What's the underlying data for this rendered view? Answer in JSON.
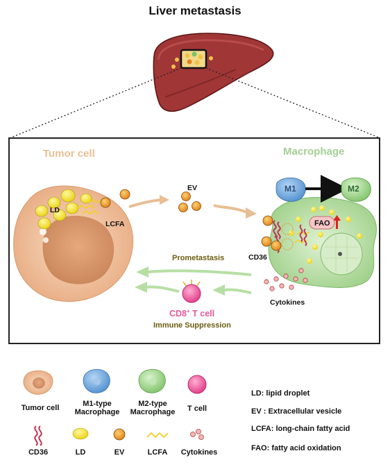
{
  "title": "Liver metastasis",
  "diagram": {
    "tumor_cell": "Tumor cell",
    "macrophage": "Macrophage",
    "ld": "LD",
    "lcfa": "LCFA",
    "ev": "EV",
    "m1": "M1",
    "m2": "M2",
    "fao": "FAO",
    "cd36": "CD36",
    "prometastasis": "Prometastasis",
    "cytokines": "Cytokines",
    "cd8_main": "CD8",
    "cd8_sup": "+",
    "cd8_tail": " T cell",
    "immune_suppression": "Immune Suppression"
  },
  "legend": {
    "tumor_cell": "Tumor cell",
    "m1_line1": "M1-type",
    "m1_line2": "Macrophage",
    "m2_line1": "M2-type",
    "m2_line2": "Macrophage",
    "t_cell": "T cell",
    "cd36": "CD36",
    "ld": "LD",
    "ev": "EV",
    "lcfa": "LCFA",
    "cytokines": "Cytokines"
  },
  "definitions": [
    "LD: lipid droplet",
    "EV : Extracellular vesicle",
    "LCFA: long-chain fatty acid",
    "FAO: fatty acid oxidation"
  ],
  "colors": {
    "tumor": "#f2c7a3",
    "tumor_nucleus": "#d99a6c",
    "macrophage": "#bfe4ad",
    "m1": "#6fa7dc",
    "m2": "#9cd68a",
    "t_cell": "#ee5f9f",
    "ev": "#f0a030",
    "ld": "#f6e31b",
    "cd36": "#c0305a",
    "liver": "#a43a3a",
    "arrow_tan": "#e7bf95",
    "arrow_green": "#b7dfa5"
  }
}
